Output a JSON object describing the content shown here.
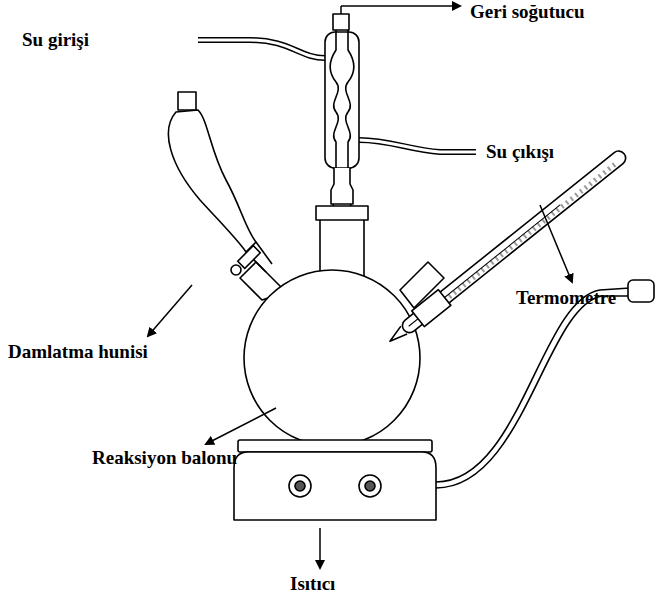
{
  "diagram": {
    "labels": [
      "Geri soğutucu",
      "Su girişi",
      "Su çıkışı",
      "Termometre",
      "Damlatma hunisi",
      "Reaksiyon balonu",
      "Isıtıcı"
    ]
  }
}
